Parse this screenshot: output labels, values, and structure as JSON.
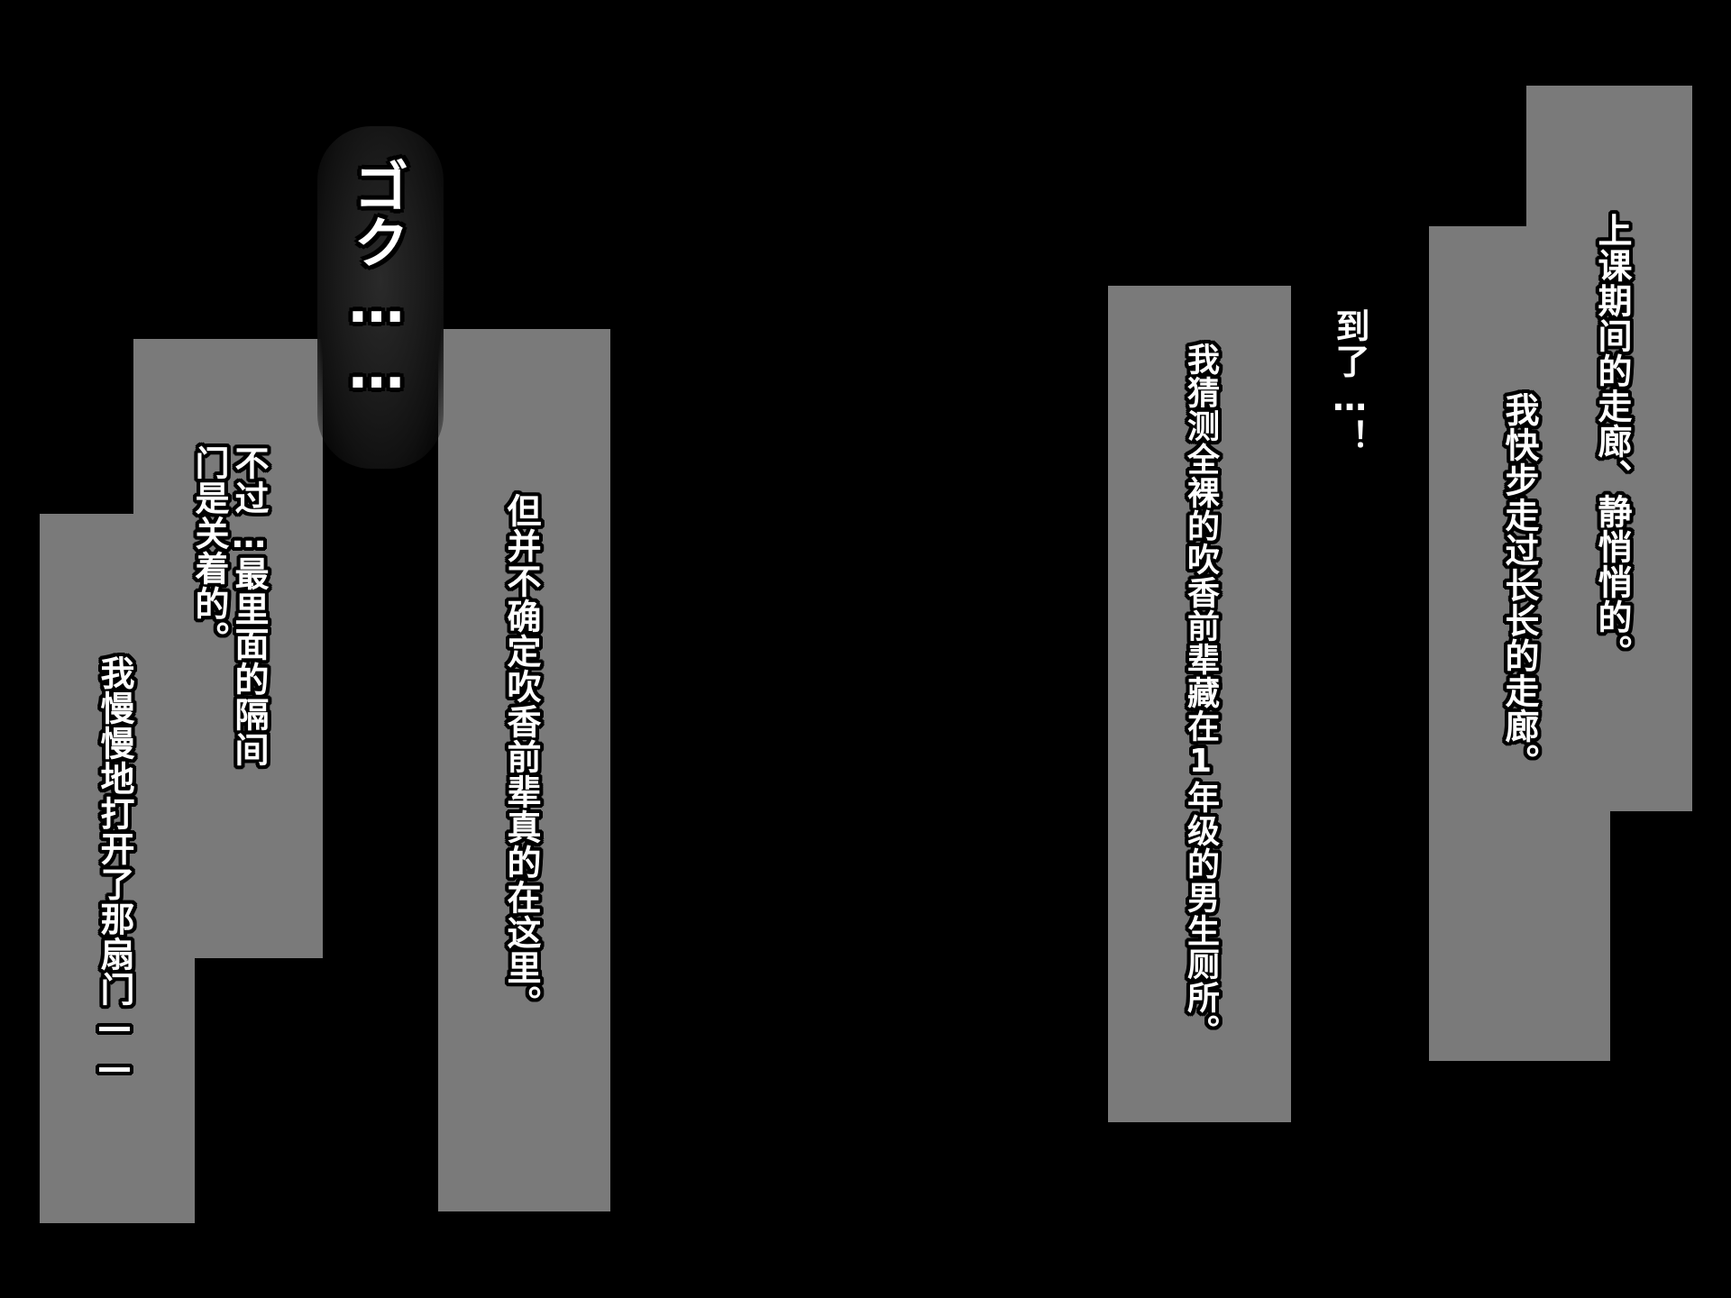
{
  "sfx": {
    "text": "ゴク……"
  },
  "narration": {
    "l1": "上课期间的走廊、静悄悄的。",
    "l2": "我快步走过长长的走廊。",
    "l3": "到了…！",
    "l4": "我猜测全裸的吹香前辈藏在1年级的男生厕所。",
    "l5": "但并不确定吹香前辈真的在这里。",
    "l6a": "不过…最里面的隔间",
    "l6b": "门是关着的。",
    "l7": "我慢慢地打开了那扇门——"
  },
  "colors": {
    "background": "#000000",
    "panel": "#7a7a7a",
    "text": "#ffffff"
  }
}
